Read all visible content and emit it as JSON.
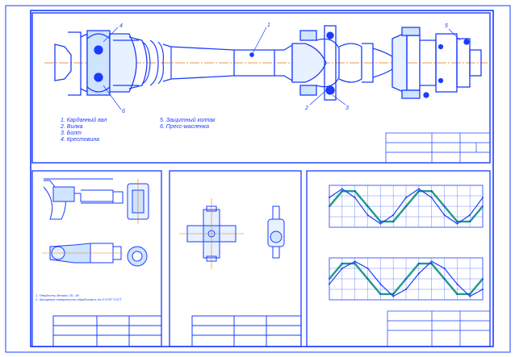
{
  "legend_left": [
    "1. Карданный вал",
    "2. Вилка",
    "3. Болт",
    "4. Крестовина"
  ],
  "legend_right": [
    "5. Защитный колпак",
    "6. Пресс-масленка"
  ],
  "callouts": [
    "1",
    "2",
    "3",
    "4",
    "5",
    "6"
  ],
  "notes": [
    "1. Твердость детали 35...40",
    "2. Шлицевые поверхности обработать по 6 Н7/f7 ГОСТ"
  ],
  "colors": {
    "line": "#1a3cff",
    "axis": "#e07a1a",
    "wave": "#1e9a8a",
    "frame": "#1a3cff"
  },
  "chart_data": [
    {
      "type": "line",
      "series": [
        {
          "values": [
            0,
            0.87,
            0.87,
            0,
            -0.87,
            -0.87,
            0,
            0.87,
            0.87,
            0,
            -0.87,
            -0.87,
            0
          ]
        },
        {
          "values": [
            0.5,
            1,
            0.5,
            -0.5,
            -1,
            -0.5,
            0.5,
            1,
            0.5,
            -0.5,
            -1,
            -0.5,
            0.5
          ]
        }
      ],
      "ylim": [
        -1.2,
        1.2
      ],
      "grid": true
    },
    {
      "type": "line",
      "series": [
        {
          "values": [
            0,
            0.87,
            0.87,
            0,
            -0.87,
            -0.87,
            0,
            0.87,
            0.87,
            0,
            -0.87,
            -0.87,
            0
          ]
        },
        {
          "values": [
            -0.3,
            0.6,
            1,
            0.6,
            -0.3,
            -1,
            -0.6,
            0.3,
            1,
            0.6,
            -0.3,
            -1,
            -0.6
          ]
        }
      ],
      "ylim": [
        -1.2,
        1.2
      ],
      "grid": true
    }
  ]
}
